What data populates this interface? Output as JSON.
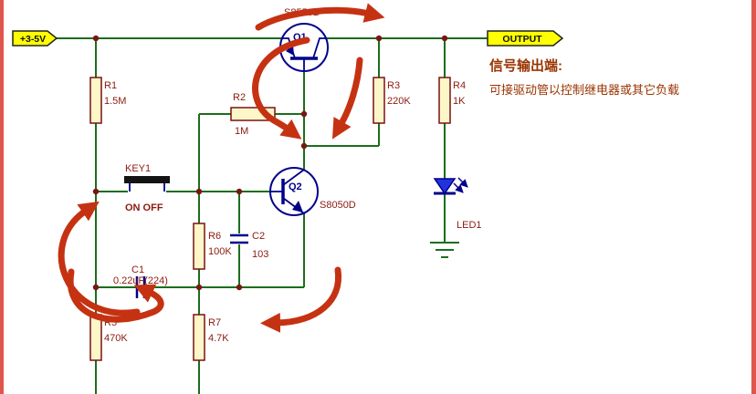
{
  "colors": {
    "wire": "#1b6e1b",
    "label": "#8b1a10",
    "symbol": "#00008b",
    "arrow_red": "#c53212",
    "flag_fill": "#ffff00",
    "junction": "#7a1515",
    "note_text": "#993300",
    "resistor_fill": "#fdf6c9",
    "led_fill": "#2233dd",
    "border_red": "#e0564c"
  },
  "flags": {
    "power": "+3-5V",
    "output": "OUTPUT"
  },
  "note": {
    "title": "信号输出端:",
    "body": "可接驱动管以控制继电器或其它负载"
  },
  "components": {
    "r1": {
      "ref": "R1",
      "value": "1.5M"
    },
    "r2": {
      "ref": "R2",
      "value": "1M"
    },
    "r3": {
      "ref": "R3",
      "value": "220K"
    },
    "r4": {
      "ref": "R4",
      "value": "1K"
    },
    "r5": {
      "ref": "R5",
      "value": "470K"
    },
    "r6": {
      "ref": "R6",
      "value": "100K"
    },
    "r7": {
      "ref": "R7",
      "value": "4.7K"
    },
    "c1": {
      "ref": "C1",
      "value": "0.22uF(224)"
    },
    "c2": {
      "ref": "C2",
      "value": "103"
    },
    "q1": {
      "ref": "Q1",
      "part": "S8550D"
    },
    "q2": {
      "ref": "Q2",
      "part": "S8050D"
    },
    "key1": {
      "ref": "KEY1",
      "label": "ON OFF"
    },
    "led1": {
      "ref": "LED1"
    }
  }
}
